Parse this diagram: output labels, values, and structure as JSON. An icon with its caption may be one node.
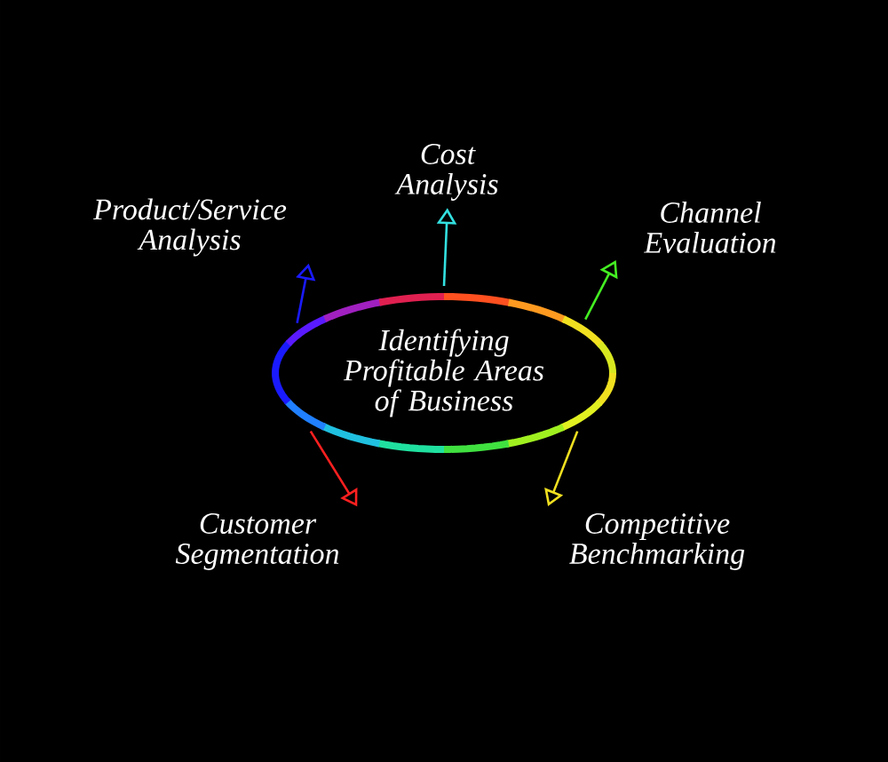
{
  "diagram": {
    "nodes": [
      {
        "text": [
          "Identifying Profitable Areas of Business"
        ]
      },
      {
        "text": [
          "Product/Service Analysis"
        ]
      },
      {
        "text": [
          "Cost Analysis"
        ]
      },
      {
        "text": [
          "Channel Evaluation"
        ]
      },
      {
        "text": [
          "Customer Segmentation"
        ]
      },
      {
        "text": [
          "Competitive Benchmarking"
        ]
      }
    ],
    "edges": [
      {
        "from": 0,
        "to": 1,
        "arrow": "to",
        "color": "#1a1aff"
      },
      {
        "from": 0,
        "to": 2,
        "arrow": "to",
        "color": "#33e0e0"
      },
      {
        "from": 0,
        "to": 3,
        "arrow": "to",
        "color": "#44ee22"
      },
      {
        "from": 0,
        "to": 4,
        "arrow": "to",
        "color": "#ff2020"
      },
      {
        "from": 0,
        "to": 5,
        "arrow": "to",
        "color": "#f0e020"
      }
    ]
  }
}
